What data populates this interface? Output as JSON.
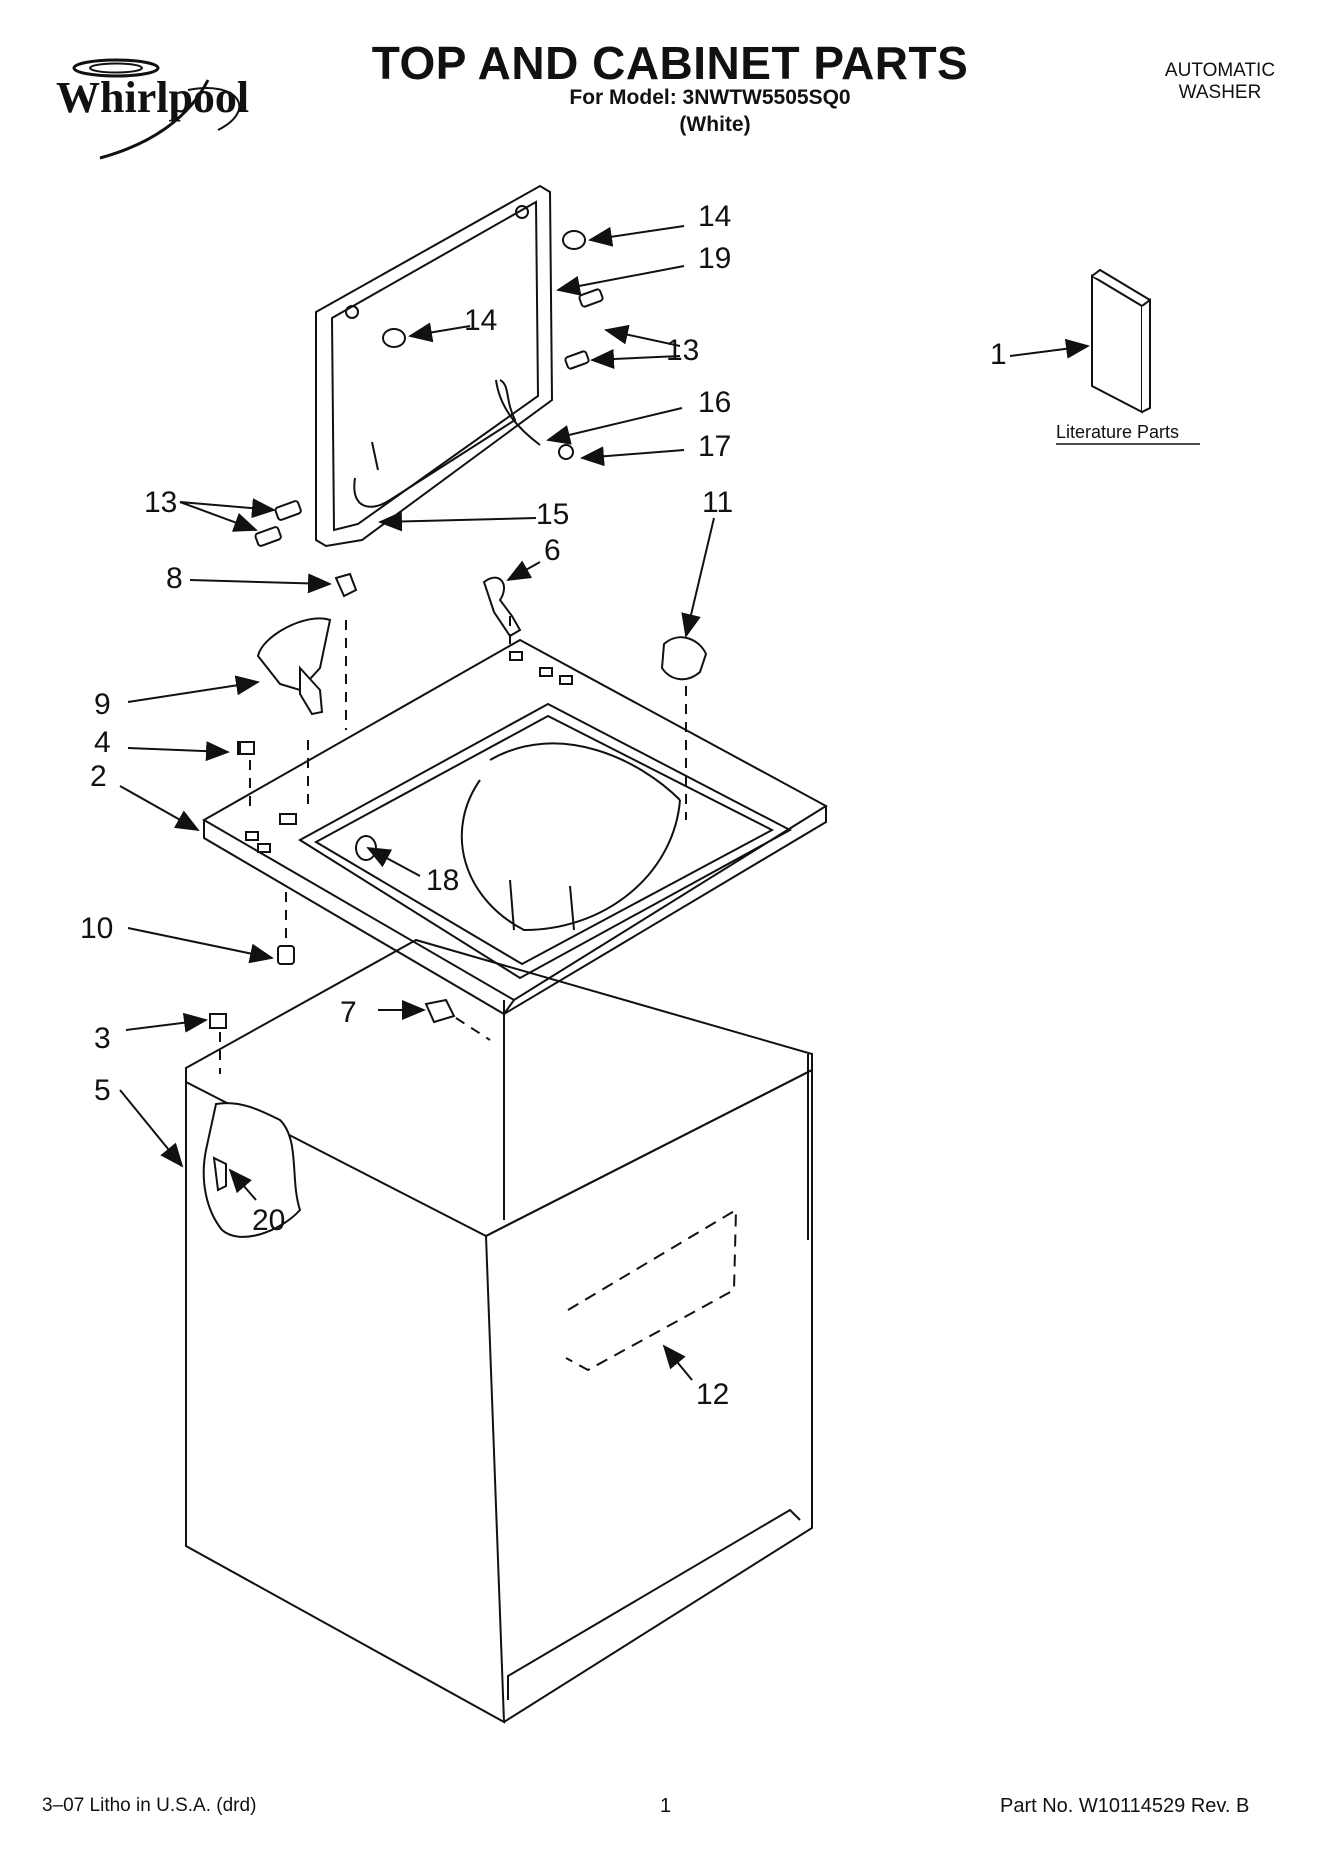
{
  "header": {
    "brand": "Whirlpool",
    "title": "TOP AND CABINET PARTS",
    "model_line": "For Model: 3NWTW5505SQ0",
    "color_line": "(White)",
    "product_line1": "AUTOMATIC",
    "product_line2": "WASHER"
  },
  "callouts": {
    "c1": "1",
    "c2": "2",
    "c3": "3",
    "c4": "4",
    "c5": "5",
    "c6": "6",
    "c7": "7",
    "c8": "8",
    "c9": "9",
    "c10": "10",
    "c11": "11",
    "c12": "12",
    "c13a": "13",
    "c13b": "13",
    "c14a": "14",
    "c14b": "14",
    "c15": "15",
    "c16": "16",
    "c17": "17",
    "c18": "18",
    "c19": "19",
    "c20": "20"
  },
  "literature_label": "Literature Parts",
  "footer": {
    "litho": "3–07 Litho in U.S.A. (drd)",
    "page": "1",
    "part_no": "Part No. W10114529 Rev. B"
  },
  "colors": {
    "ink": "#111111",
    "background": "#ffffff",
    "panel_fill": "#f4f4f4"
  }
}
